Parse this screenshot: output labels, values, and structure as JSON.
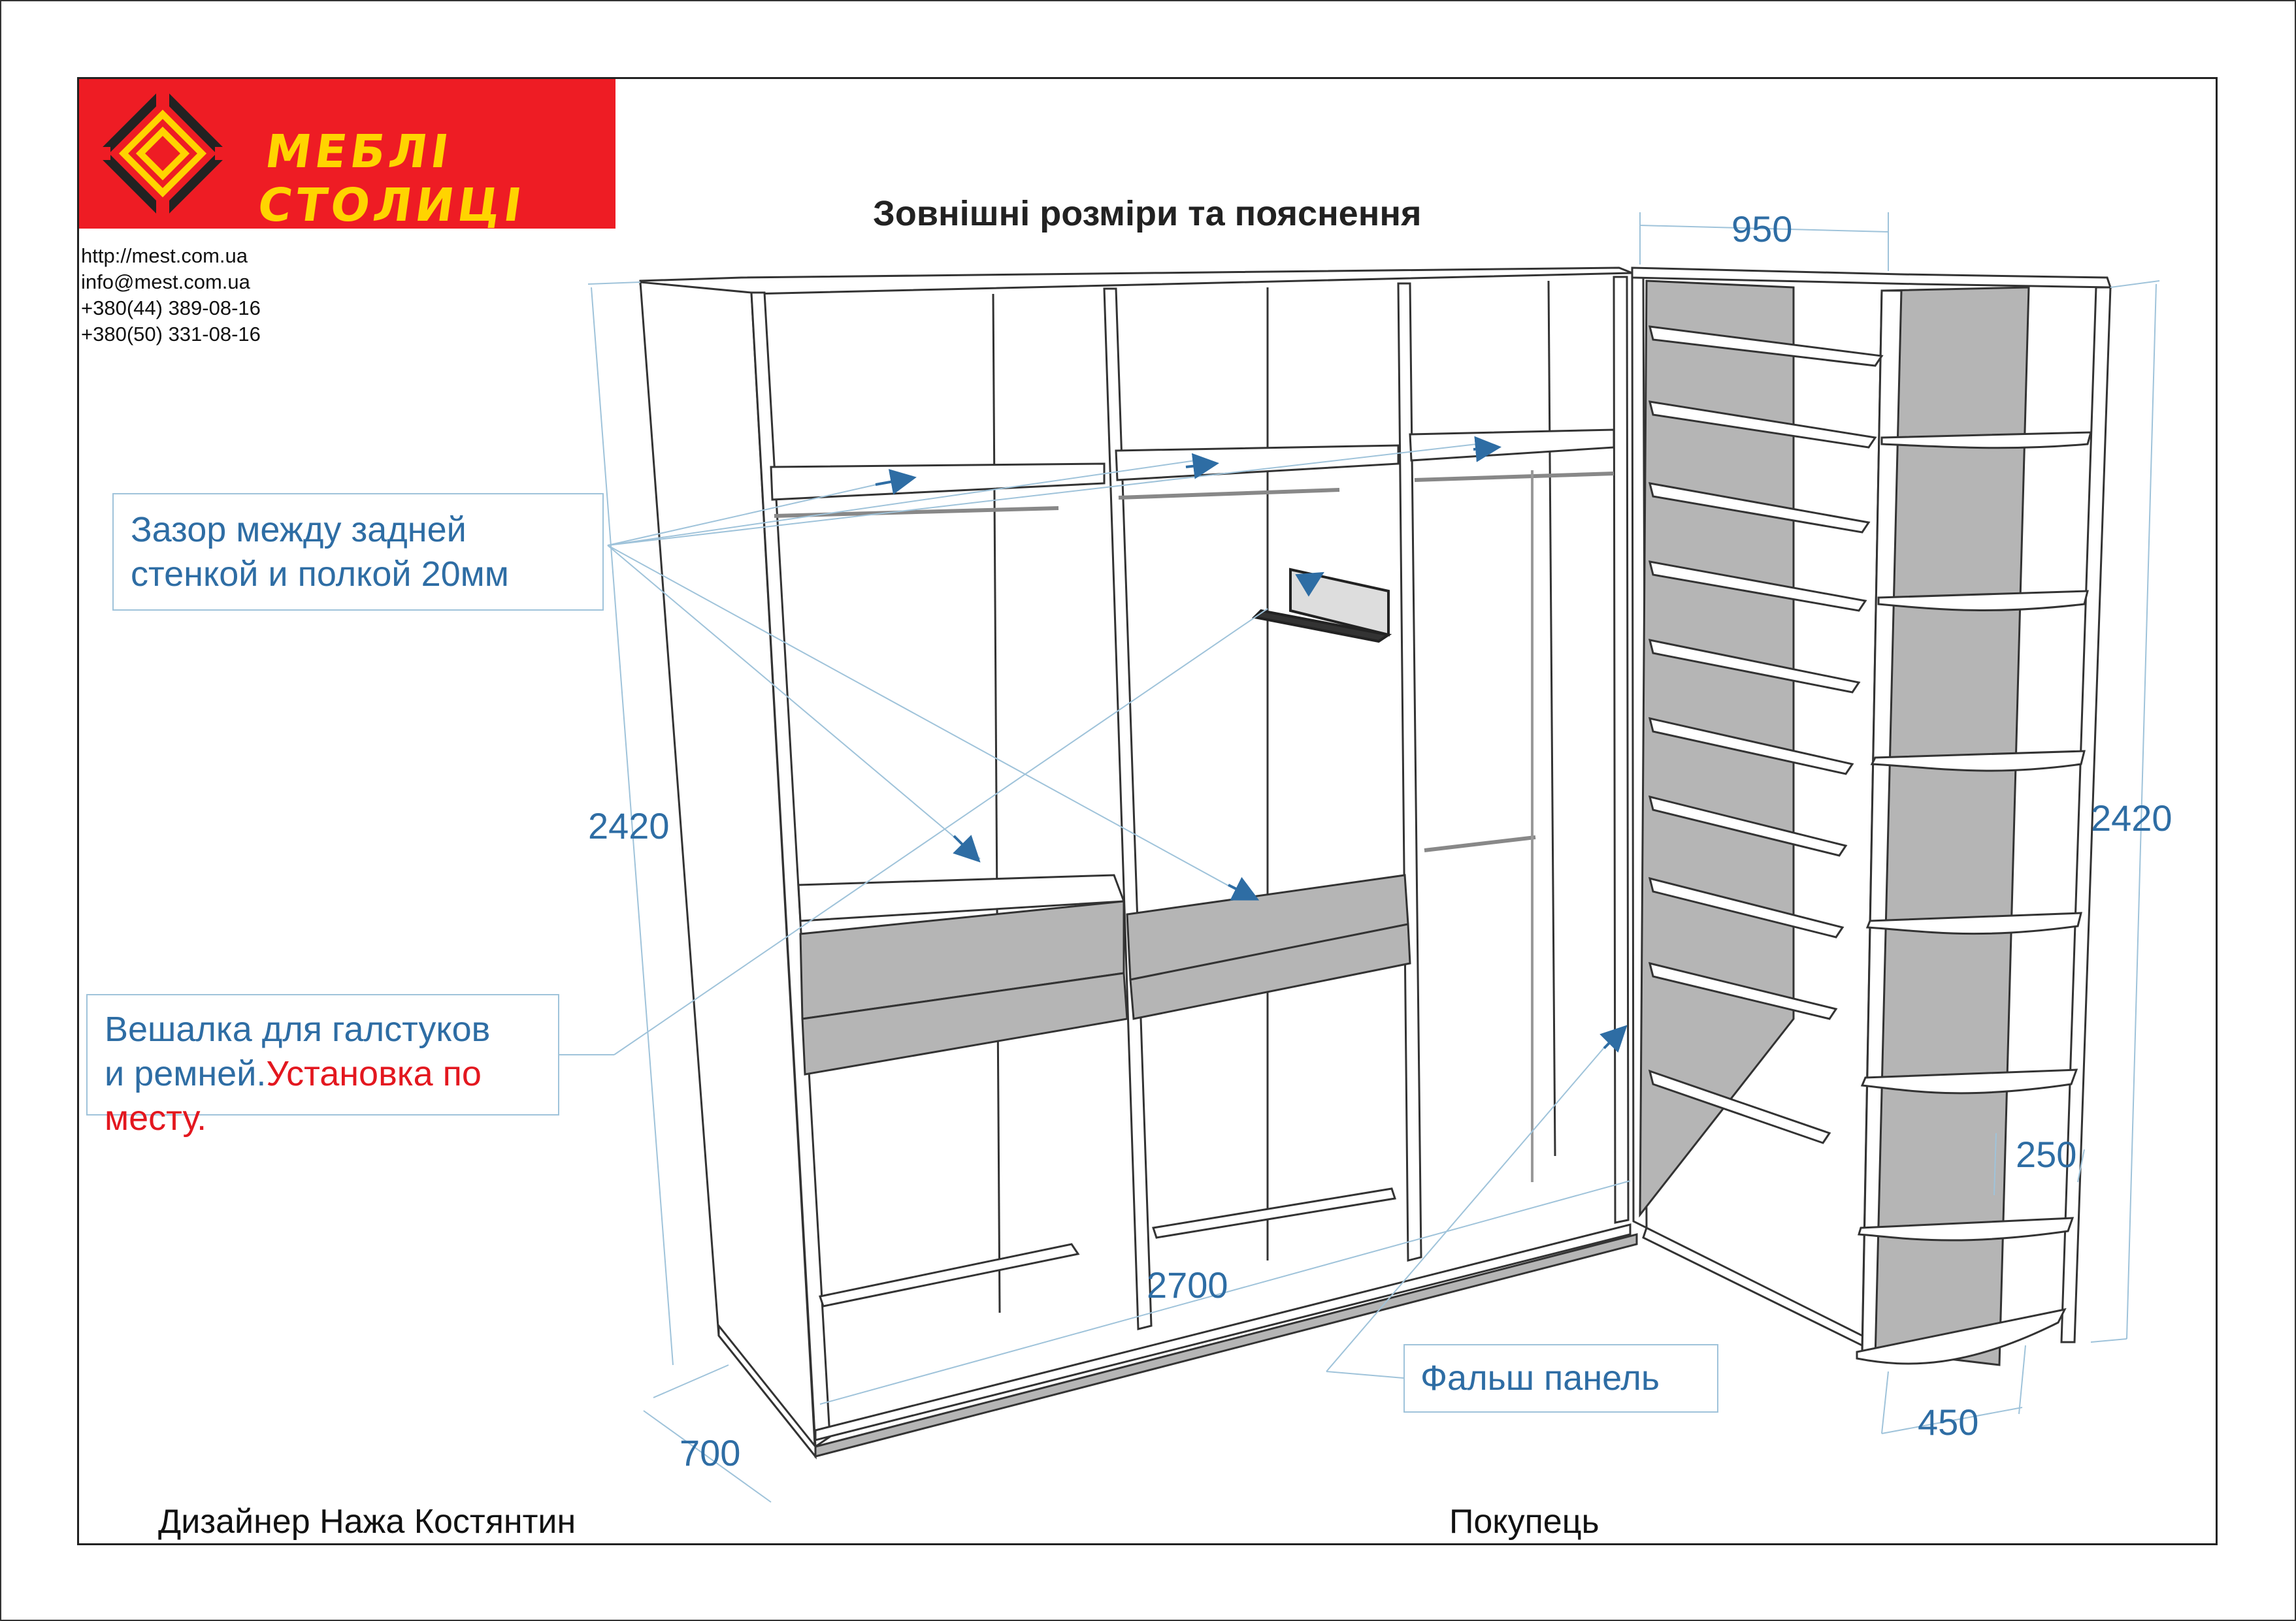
{
  "logo": {
    "text": "МЕБЛІ СТОЛИЦІ"
  },
  "contacts": [
    "http://mest.com.ua",
    "info@mest.com.ua",
    "+380(44)   389-08-16",
    "+380(50)   331-08-16"
  ],
  "title": "Зовнішні розміри та пояснення",
  "notes": {
    "gap_line1": "Зазор между задней",
    "gap_line2": "стенкой и полкой 20мм",
    "hanger_line1": "Вешалка для галстуков",
    "hanger_line2_blue": "и ремней.",
    "hanger_line2_red": "Установка по месту.",
    "false_panel": "Фальш панель"
  },
  "dimensions": {
    "corner_width": "950",
    "height_left": "2420",
    "height_right": "2420",
    "length": "2700",
    "depth": "700",
    "shelf_depth": "250",
    "shelf_width": "450"
  },
  "signatures": {
    "designer": "Дизайнер Нажа Костянтин",
    "customer": "Покупець"
  },
  "colors": {
    "brand_red": "#ee1c24",
    "brand_yellow": "#ffd400",
    "annotation_blue": "#2e6da4",
    "panel_gray": "#b5b5b5"
  }
}
